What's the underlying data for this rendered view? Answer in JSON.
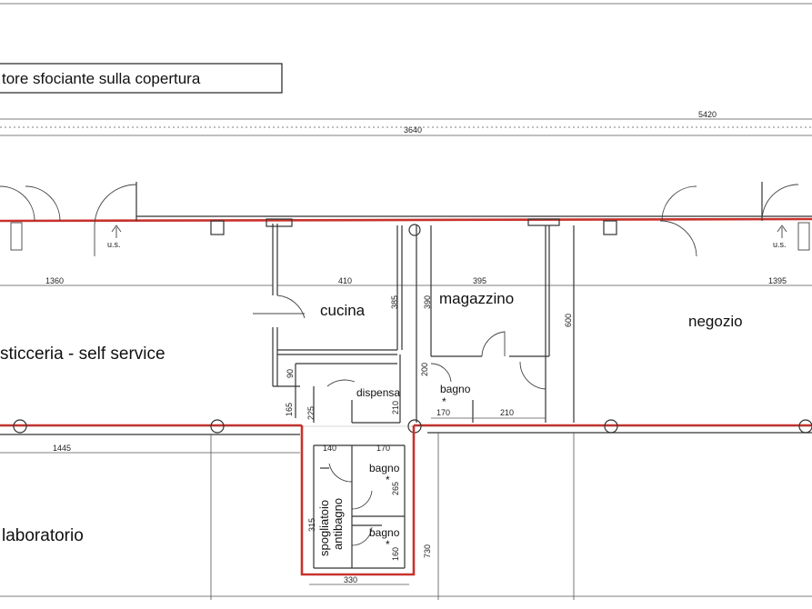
{
  "header": {
    "note": "tore sfociante sulla copertura"
  },
  "dimensions": {
    "overall_top": "5420",
    "overall_second": "3640",
    "left_span": "1360",
    "cucina_w": "410",
    "magazzino_w": "395",
    "right_span": "1395",
    "cucina_h": "385",
    "mag_h": "390",
    "negozio_h": "600",
    "d90": "90",
    "d165": "165",
    "d225": "225",
    "d210a": "210",
    "d200": "200",
    "d170a": "170",
    "d210b": "210",
    "left_bottom": "1445",
    "d140": "140",
    "d170b": "170",
    "d265": "265",
    "d315": "315",
    "d160": "160",
    "d730": "730",
    "d330": "330"
  },
  "rooms": {
    "pasticceria": "sticceria - self service",
    "cucina": "cucina",
    "magazzino": "magazzino",
    "negozio": "negozio",
    "dispensa": "dispensa",
    "bagno_top": "bagno",
    "bagno_mid": "bagno",
    "bagno_low": "bagno",
    "spogliatoio": "spogliatoio",
    "antibagno": "antibagno",
    "laboratorio": "laboratorio"
  },
  "markers": {
    "us_left": "u.s.",
    "us_right": "u.s.",
    "star": "*"
  }
}
